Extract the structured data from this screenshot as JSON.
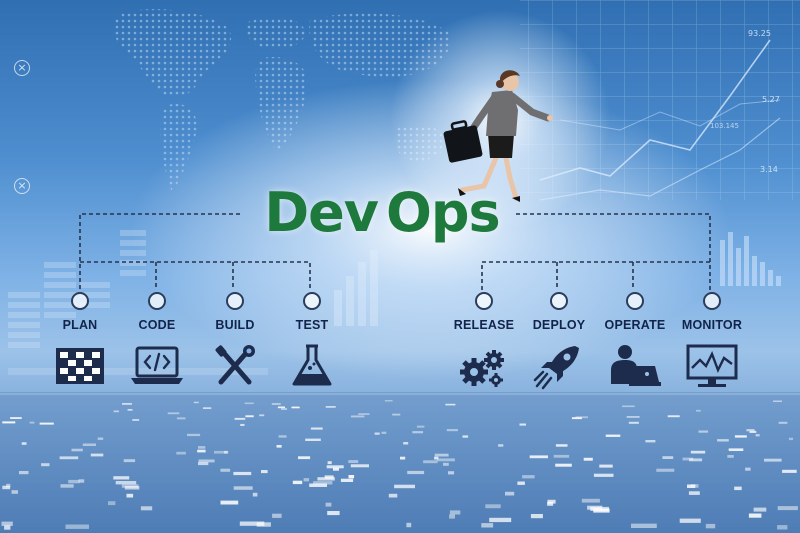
{
  "title": {
    "part1": "Dev",
    "part2": "Ops"
  },
  "stages": [
    {
      "label": "PLAN",
      "icon": "kanban-grid-icon"
    },
    {
      "label": "CODE",
      "icon": "laptop-code-icon"
    },
    {
      "label": "BUILD",
      "icon": "wrench-screwdriver-icon"
    },
    {
      "label": "TEST",
      "icon": "lab-flask-icon"
    },
    {
      "label": "RELEASE",
      "icon": "gears-icon"
    },
    {
      "label": "DEPLOY",
      "icon": "rocket-icon"
    },
    {
      "label": "OPERATE",
      "icon": "person-laptop-icon"
    },
    {
      "label": "MONITOR",
      "icon": "monitor-chart-icon"
    }
  ],
  "background_numbers": [
    "93.25",
    "5.27",
    "103.145",
    "3.14"
  ],
  "colors": {
    "title_green": "#1e7a3c",
    "icon_navy": "#1d2c4d",
    "label_navy": "#12244a",
    "background_blue": "#4f8fd0"
  }
}
